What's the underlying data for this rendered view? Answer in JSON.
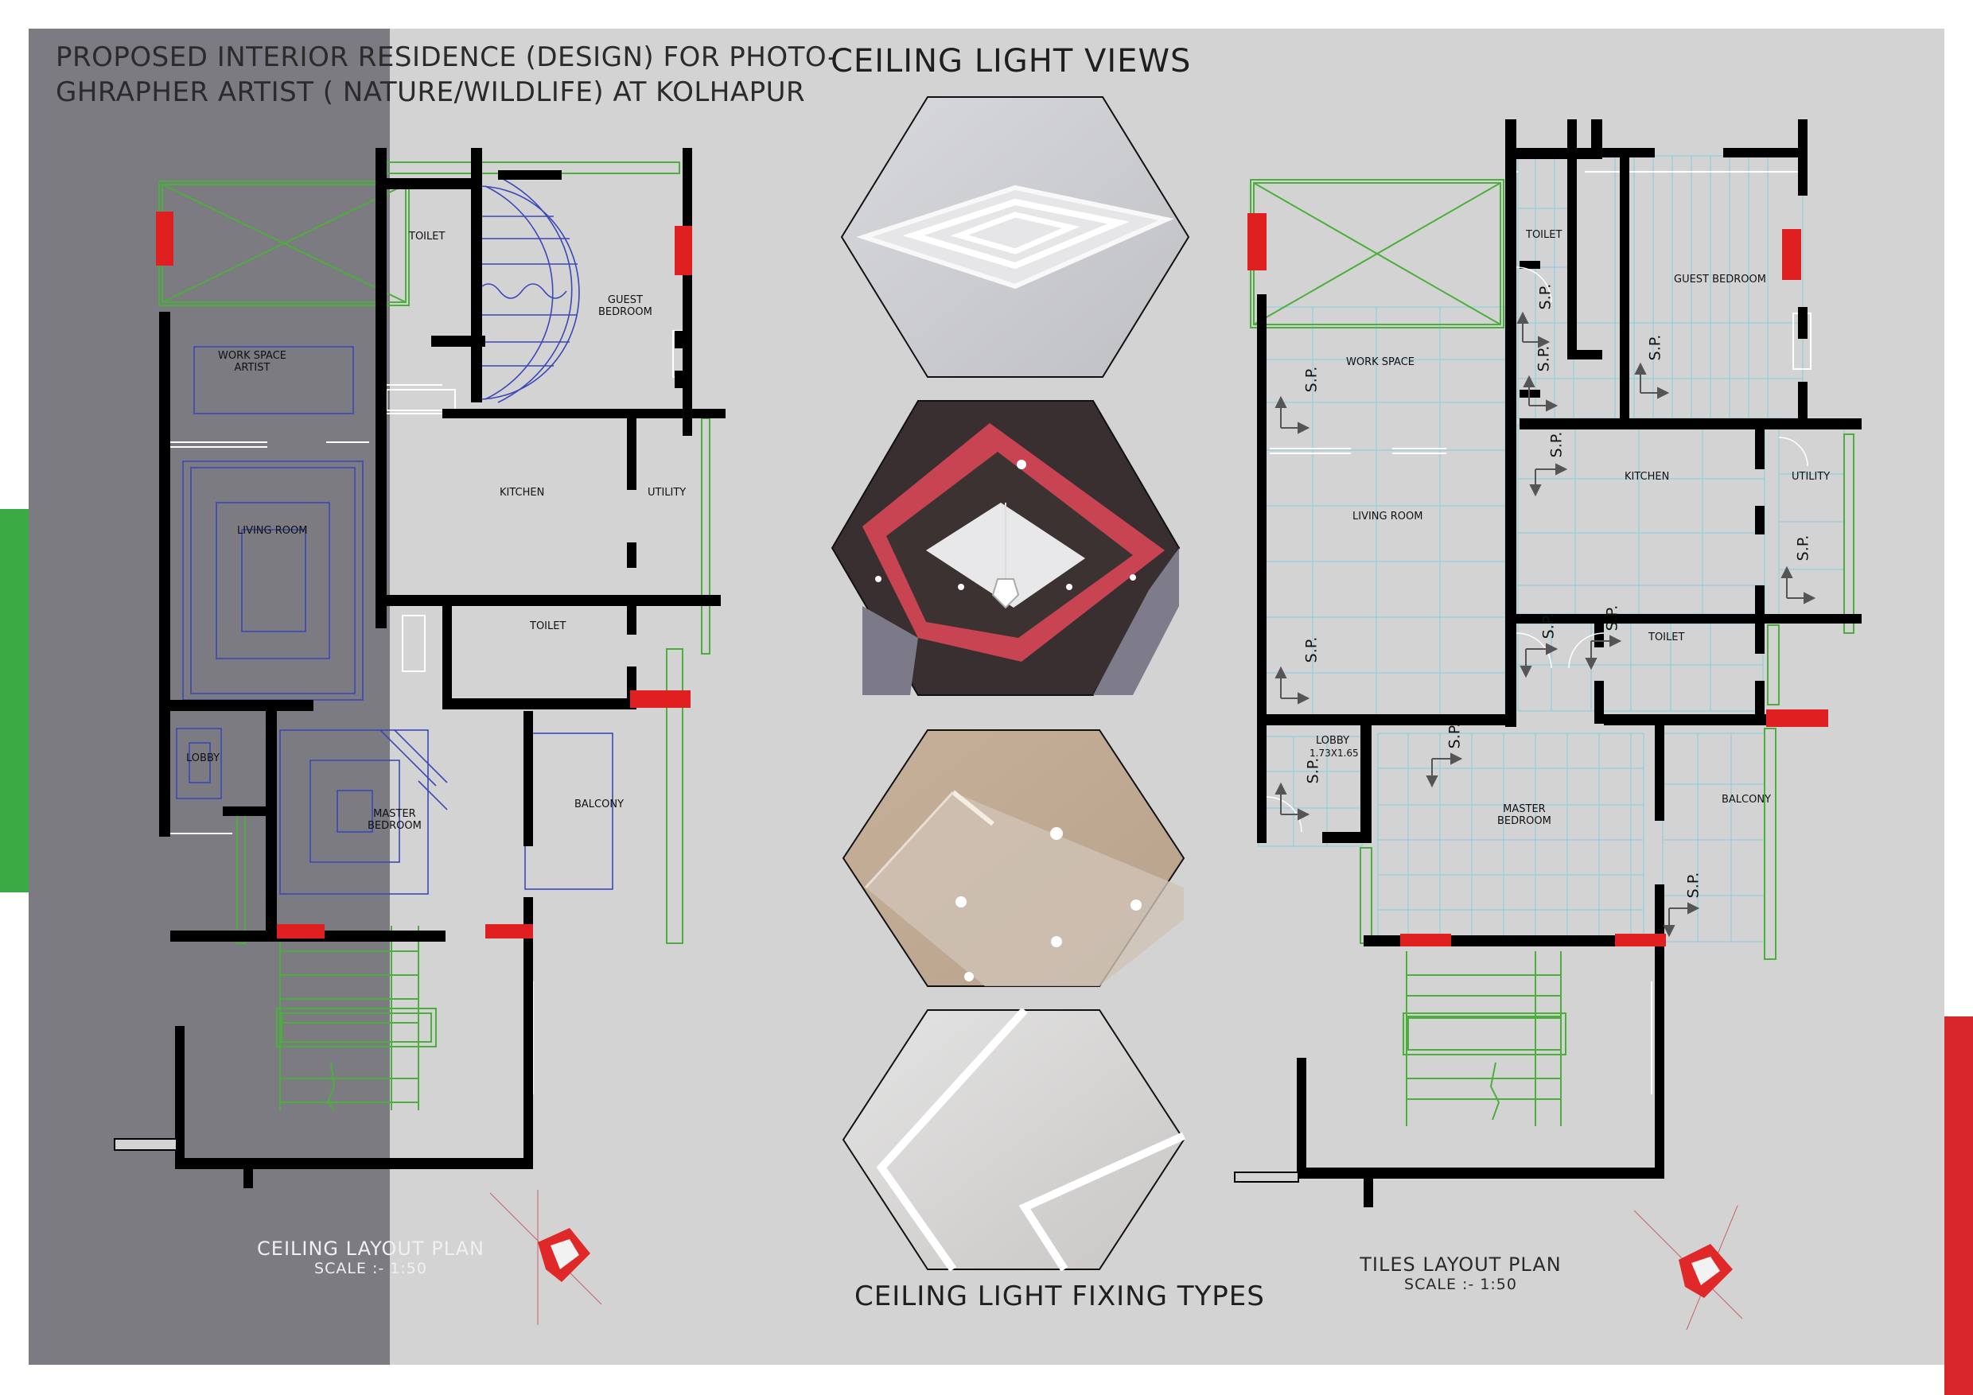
{
  "title": {
    "line1": "PROPOSED INTERIOR RESIDENCE (DESIGN) FOR PHOTO-",
    "line2": "GHRAPHER ARTIST ( NATURE/WILDLIFE) AT KOLHAPUR"
  },
  "center": {
    "top_heading": "CEILING LIGHT VIEWS",
    "bottom_heading": "CEILING LIGHT FIXING TYPES"
  },
  "ceiling_plan": {
    "caption": "CEILING LAYOUT PLAN",
    "scale": "SCALE :- 1:50",
    "rooms": {
      "toilet_top": "TOILET",
      "guest_bedroom": "GUEST\nBEDROOM",
      "work_space": "WORK SPACE\nARTIST",
      "kitchen": "KITCHEN",
      "utility": "UTILITY",
      "living_room": "LIVING ROOM",
      "toilet_mid": "TOILET",
      "lobby": "LOBBY",
      "master_bedroom": "MASTER\nBEDROOM",
      "balcony": "BALCONY"
    }
  },
  "tiles_plan": {
    "caption": "TILES LAYOUT PLAN",
    "scale": "SCALE :- 1:50",
    "rooms": {
      "toilet_top": "TOILET",
      "guest_bedroom": "GUEST BEDROOM",
      "work_space": "WORK SPACE",
      "kitchen": "KITCHEN",
      "utility": "UTILITY",
      "living_room": "LIVING ROOM",
      "toilet_mid": "TOILET",
      "lobby": "LOBBY",
      "lobby_size": "1.73X1.65",
      "master_bedroom": "MASTER\nBEDROOM",
      "balcony": "BALCONY"
    },
    "sp_label": "S.P."
  },
  "colors": {
    "sheet": "#d4d3d3",
    "dark_panel": "#7c7b82",
    "wall": "#000000",
    "door_red": "#e02020",
    "green_line": "#4caf3c",
    "blue_line": "#3a48b8",
    "tile_line": "#8fd0e0",
    "side_green": "#3aaa45",
    "side_red": "#d9262a"
  }
}
